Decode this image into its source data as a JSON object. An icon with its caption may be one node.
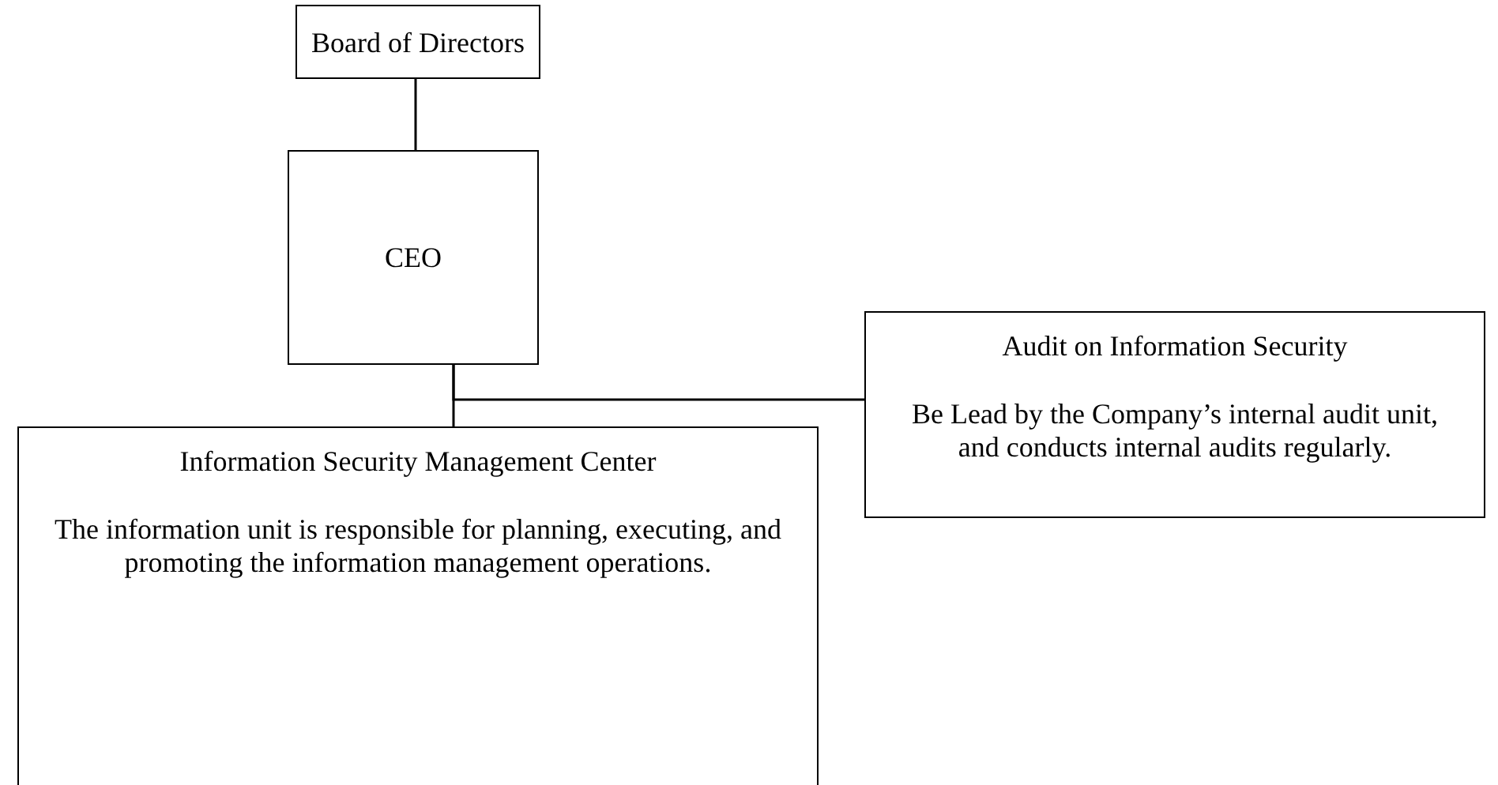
{
  "diagram": {
    "nodes": [
      {
        "text": [
          "Board of Directors"
        ]
      },
      {
        "text": [
          "CEO"
        ]
      },
      {
        "text": [
          "Audit on Information Security",
          "Be Lead by the Company’s internal audit unit, and conducts internal audits regularly."
        ]
      },
      {
        "text": [
          "Information Security Management Center",
          "The information unit is responsible for planning, executing, and promoting the information management operations."
        ]
      }
    ],
    "edges": [
      {
        "from": 0,
        "to": 1,
        "arrow": "none"
      },
      {
        "from": 1,
        "to": 3,
        "arrow": "none"
      },
      {
        "from": 1,
        "to": 2,
        "arrow": "none"
      }
    ]
  }
}
